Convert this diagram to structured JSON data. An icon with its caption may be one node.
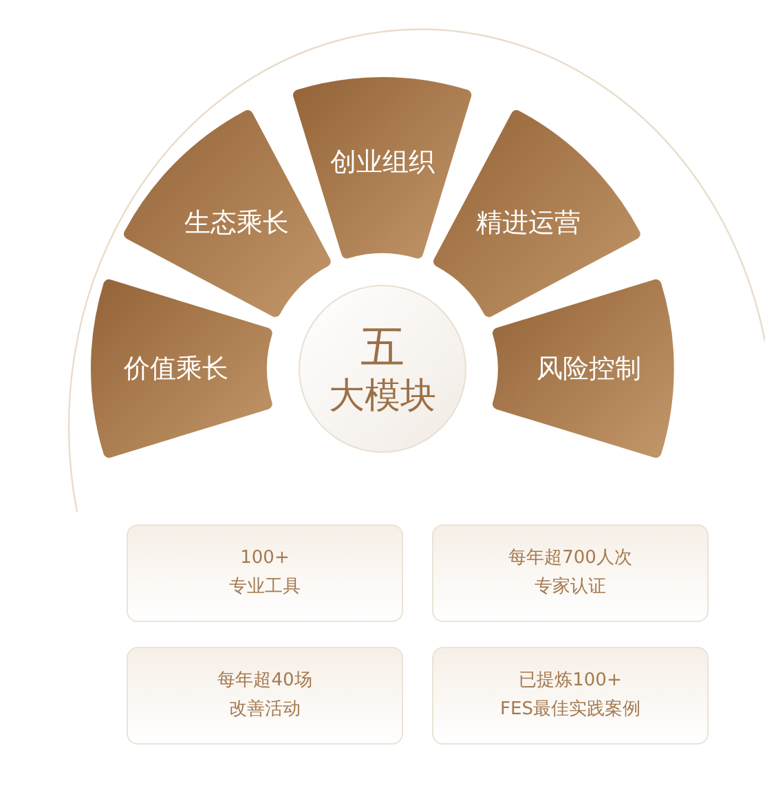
{
  "diagram": {
    "nodes": [
      {
        "text": [
          "价值乘长"
        ]
      },
      {
        "text": [
          "生态乘长"
        ]
      },
      {
        "text": [
          "创业组织"
        ]
      },
      {
        "text": [
          "精进运营"
        ]
      },
      {
        "text": [
          "风险控制"
        ]
      },
      {
        "text": [
          "五",
          "大模块"
        ]
      },
      {
        "text": [
          "100+",
          "专业工具"
        ]
      },
      {
        "text": [
          "每年超700人次",
          "专家认证"
        ]
      },
      {
        "text": [
          "每年超40场",
          "改善活动"
        ]
      },
      {
        "text": [
          "已提炼100+",
          "FES最佳实践案例"
        ]
      }
    ]
  }
}
